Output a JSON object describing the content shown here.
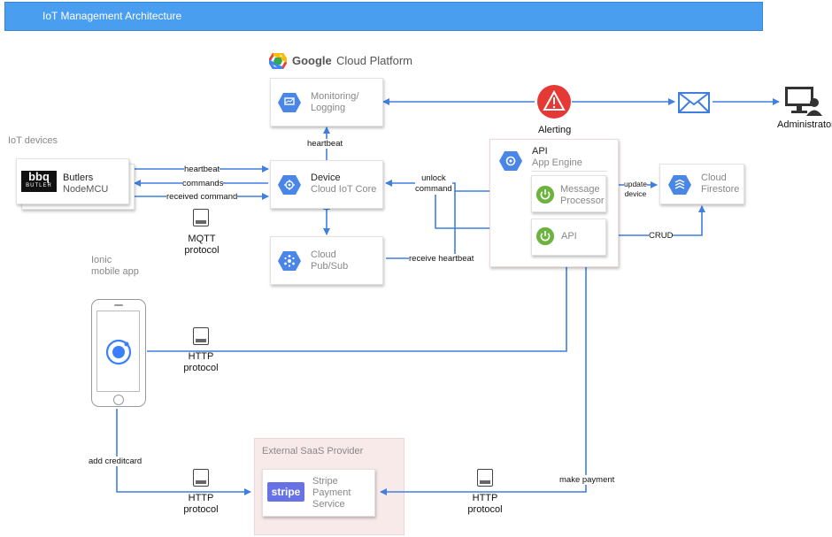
{
  "title": "IoT Management Architecture",
  "gcp": {
    "brand": "Google",
    "name": "Cloud Platform"
  },
  "groups": {
    "iot_devices": "IoT devices",
    "ionic": "Ionic\nmobile app",
    "external": "External SaaS Provider"
  },
  "nodes": {
    "monitoring": "Monitoring/\nLogging",
    "device_title": "Device",
    "device_sub": "Cloud IoT Core",
    "pubsub": "Cloud\nPub/Sub",
    "butlers_title": "Butlers",
    "butlers_sub": "NodeMCU",
    "bbq_logo": "bbq",
    "bbq_sub": "BUTLER",
    "api_title": "API",
    "api_sub": "App Engine",
    "message_processor": "Message\nProcessor",
    "api_inner": "API",
    "firestore": "Cloud\nFirestore",
    "alerting": "Alerting",
    "administrator": "Administrator",
    "stripe_logo": "stripe",
    "stripe_service": "Stripe\nPayment\nService"
  },
  "edges": {
    "heartbeat_v": "heartbeat",
    "heartbeat_h": "heartbeat",
    "commands": "commands",
    "received_command": "received command",
    "unlock_command": "unlock\ncommand",
    "receive_heartbeat": "receive heartbeat",
    "update_device": "update\ndevice",
    "crud": "CRUD",
    "add_creditcard": "add creditcard",
    "make_payment": "make payment"
  },
  "protocols": {
    "mqtt": "MQTT\nprotocol",
    "http_app": "HTTP\nprotocol",
    "http_stripe_left": "HTTP\nprotocol",
    "http_stripe_right": "HTTP\nprotocol"
  },
  "colors": {
    "banner": "#4a9ef0",
    "arrow": "#3f7fe0",
    "gcp_icon": "#4a86e8",
    "spring_green": "#6db33f",
    "alert_red": "#e53935",
    "stripe_purple": "#6772e5",
    "external_bg": "#f9eaea"
  }
}
